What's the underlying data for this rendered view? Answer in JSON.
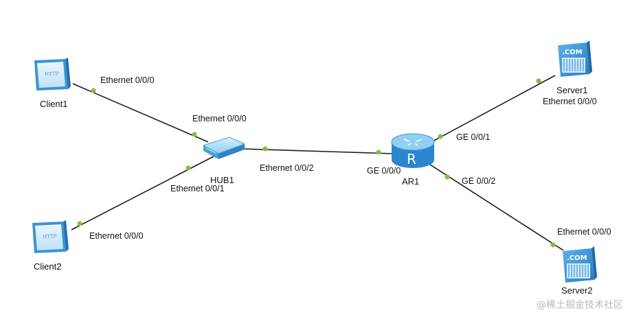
{
  "colors": {
    "link_line": "#1a1a1a",
    "port_dot": "#7dc142",
    "device_blue": "#3c93d4",
    "device_light": "#cfe9fb"
  },
  "devices": {
    "client1": {
      "name": "Client1",
      "screen_text": "HTTP",
      "icon": "client-pc-icon"
    },
    "client2": {
      "name": "Client2",
      "screen_text": "HTTP",
      "icon": "client-pc-icon"
    },
    "hub1": {
      "name": "HUB1",
      "icon": "hub-icon"
    },
    "ar1": {
      "name": "AR1",
      "glyph": "R",
      "icon": "router-icon"
    },
    "server1": {
      "name": "Server1",
      "badge": ".COM",
      "icon": "server-icon"
    },
    "server2": {
      "name": "Server2",
      "badge": ".COM",
      "icon": "server-icon"
    }
  },
  "links": [
    {
      "from": "client1",
      "to": "hub1",
      "from_port": "Ethernet 0/0/0",
      "to_port": "Ethernet 0/0/0"
    },
    {
      "from": "client2",
      "to": "hub1",
      "from_port": "Ethernet 0/0/0",
      "to_port": "Ethernet 0/0/1"
    },
    {
      "from": "hub1",
      "to": "ar1",
      "from_port": "Ethernet 0/0/2",
      "to_port": "GE 0/0/0"
    },
    {
      "from": "ar1",
      "to": "server1",
      "from_port": "GE 0/0/1",
      "to_port": "Ethernet 0/0/0"
    },
    {
      "from": "ar1",
      "to": "server2",
      "from_port": "GE 0/0/2",
      "to_port": "Ethernet 0/0/0"
    }
  ],
  "watermark": "@稀土掘金技术社区"
}
